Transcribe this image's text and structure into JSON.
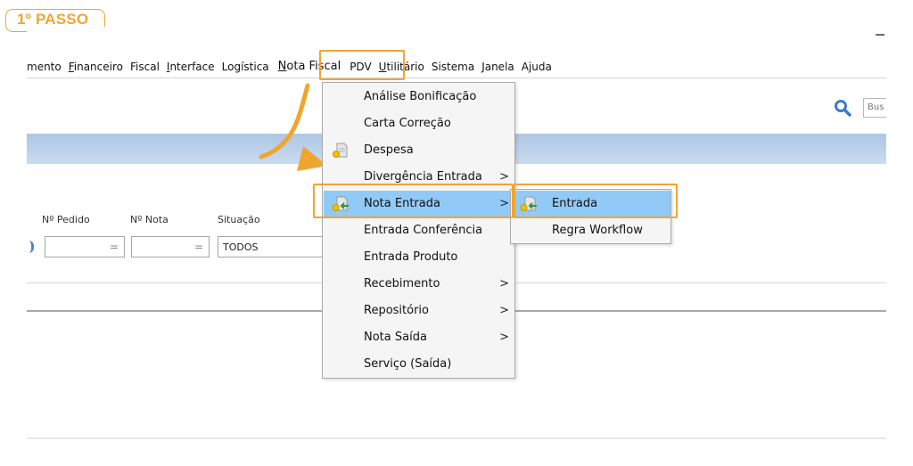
{
  "step_badge": "1º PASSO",
  "menubar": {
    "items": [
      "mento",
      "Financeiro",
      "Fiscal",
      "Interface",
      "Logística",
      "Nota Fiscal",
      "PDV",
      "Utilitário",
      "Sistema",
      "Janela",
      "Ajuda"
    ],
    "active": "Nota Fiscal"
  },
  "search": {
    "placeholder": "Bus"
  },
  "filters": {
    "pedido_label": "Nº Pedido",
    "nota_label": "Nº Nota",
    "situacao_label": "Situação",
    "situacao_value": "TODOS",
    "eq_symbol": "="
  },
  "dropdown": {
    "items": [
      {
        "label": "Análise Bonificação",
        "submenu": false
      },
      {
        "label": "Carta Correção",
        "submenu": false
      },
      {
        "label": "Despesa",
        "submenu": false,
        "icon": "document-coin-icon"
      },
      {
        "label": "Divergência Entrada",
        "submenu": true
      },
      {
        "label": "Nota Entrada",
        "submenu": true,
        "icon": "document-arrow-icon",
        "highlighted": true
      },
      {
        "label": "Entrada Conferência",
        "submenu": false
      },
      {
        "label": "Entrada Produto",
        "submenu": false
      },
      {
        "label": "Recebimento",
        "submenu": true
      },
      {
        "label": "Repositório",
        "submenu": true
      },
      {
        "label": "Nota Saída",
        "submenu": true
      },
      {
        "label": "Serviço (Saída)",
        "submenu": false
      }
    ],
    "arrow_symbol": ">"
  },
  "submenu": {
    "items": [
      {
        "label": "Entrada",
        "icon": "document-arrow-icon",
        "highlighted": true
      },
      {
        "label": "Regra Workflow"
      }
    ]
  },
  "colors": {
    "accent": "#f0a531",
    "menu_highlight": "#91c9f7",
    "band": "#b9d0ea"
  }
}
